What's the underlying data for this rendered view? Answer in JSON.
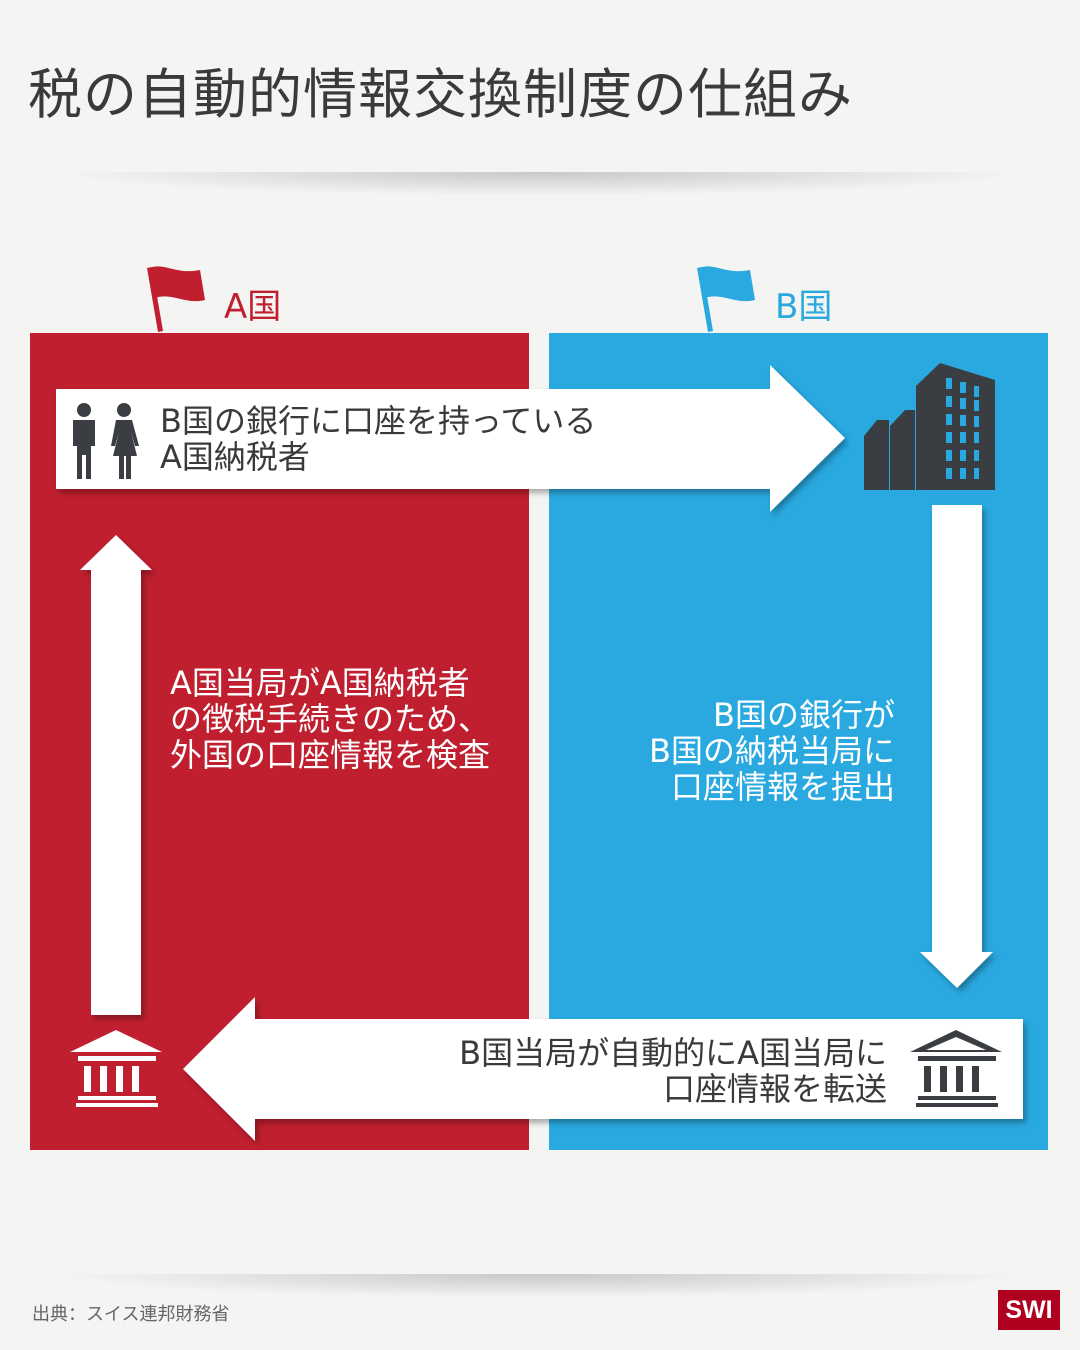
{
  "title": "税の自動的情報交換制度の仕組み",
  "countries": {
    "a": "A国",
    "b": "B国"
  },
  "steps": {
    "taxpayer": [
      "B国の銀行に口座を持っている",
      "A国納税者"
    ],
    "bank_reports": [
      "B国の銀行が",
      "B国の納税当局に",
      "口座情報を提出"
    ],
    "transfer": [
      "B国当局が自動的にA国当局に",
      "口座情報を転送"
    ],
    "inspection": [
      "A国当局がA国納税者",
      "の徴税手続きのため、",
      "外国の口座情報を検査"
    ]
  },
  "source": "出典：スイス連邦財務省",
  "logo": "SWI",
  "colors": {
    "country_a": "#c01f2f",
    "country_b": "#29a9e0",
    "icon": "#3a3d42",
    "background": "#f4f4f2"
  }
}
